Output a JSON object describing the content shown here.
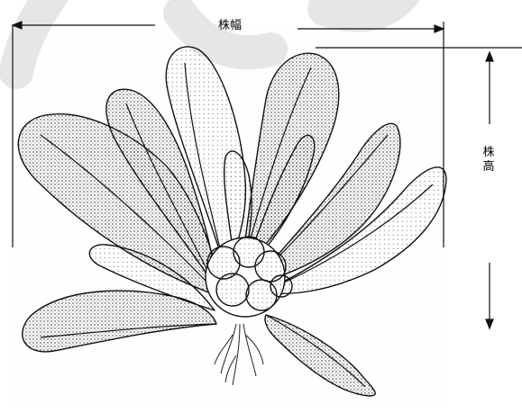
{
  "labels": {
    "plant_width": "株幅",
    "plant_height": "株高"
  },
  "colors": {
    "ink": "#111111",
    "watermark": "#e6e6e6",
    "background": "#ffffff",
    "stipple": "#ececec"
  },
  "illustration": {
    "subject": "cauliflower-plant",
    "style": "stippled-engraving"
  }
}
